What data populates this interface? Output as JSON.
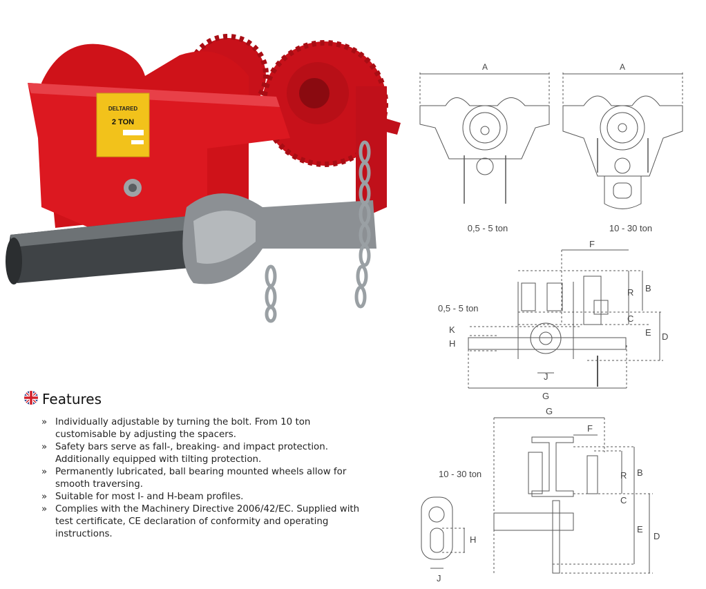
{
  "product_photo": {
    "nameplate_brand": "DELTARED",
    "nameplate_capacity": "2 TON"
  },
  "drawings": {
    "front_small": {
      "dimension_a": "A",
      "caption": "0,5 - 5 ton"
    },
    "front_large": {
      "dimension_a": "A",
      "caption": "10 - 30 ton"
    },
    "side_small": {
      "caption": "0,5 - 5 ton",
      "labels": {
        "F": "F",
        "R": "R",
        "B": "B",
        "C": "C",
        "E": "E",
        "D": "D",
        "K": "K",
        "H": "H",
        "J": "J",
        "G": "G"
      }
    },
    "side_large": {
      "caption": "10 - 30 ton",
      "labels": {
        "G": "G",
        "F": "F",
        "R": "R",
        "B": "B",
        "C": "C",
        "E": "E",
        "D": "D",
        "H": "H",
        "J": "J"
      }
    }
  },
  "features": {
    "title": "Features",
    "items": [
      "Individually adjustable by turning the bolt. From 10 ton customisable by adjusting the spacers.",
      "Safety bars serve as fall-, breaking- and impact protection. Additionally equipped with tilting protection.",
      "Permanently lubricated, ball bearing mounted wheels allow for smooth traversing.",
      "Suitable for most I- and H-beam profiles.",
      "Complies with the Machinery Directive 2006/42/EC. Supplied with test certificate, CE declaration of conformity and operating instructions."
    ]
  },
  "colors": {
    "product_red": "#d4141c",
    "nameplate_yellow": "#f2c21b",
    "line": "#555555"
  }
}
